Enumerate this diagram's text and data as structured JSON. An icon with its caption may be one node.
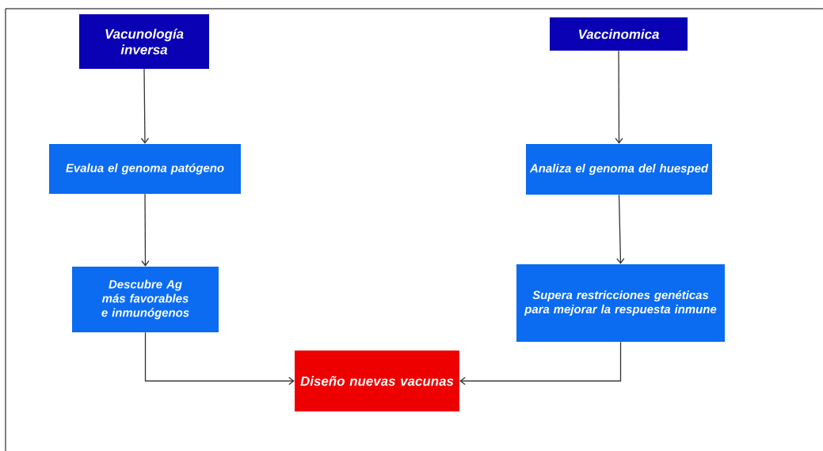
{
  "diagram": {
    "nodes": [
      {
        "text": [
          "Vacunología inversa"
        ]
      },
      {
        "text": [
          "Evalua el genoma patógeno"
        ]
      },
      {
        "text": [
          "Descubre Ag más favorables e inmunógenos"
        ]
      },
      {
        "text": [
          "Vaccinomica"
        ]
      },
      {
        "text": [
          "Analiza el genoma del huesped"
        ]
      },
      {
        "text": [
          "Supera restricciones genéticas para mejorar la respuesta inmune"
        ]
      },
      {
        "text": [
          "Diseño nuevas vacunas"
        ]
      }
    ],
    "edges": [
      {
        "from": 0,
        "to": 1,
        "arrow": "to"
      },
      {
        "from": 1,
        "to": 2,
        "arrow": "to"
      },
      {
        "from": 2,
        "to": 6,
        "arrow": "to"
      },
      {
        "from": 3,
        "to": 4,
        "arrow": "to"
      },
      {
        "from": 4,
        "to": 5,
        "arrow": "to"
      },
      {
        "from": 5,
        "to": 6,
        "arrow": "to"
      }
    ]
  }
}
